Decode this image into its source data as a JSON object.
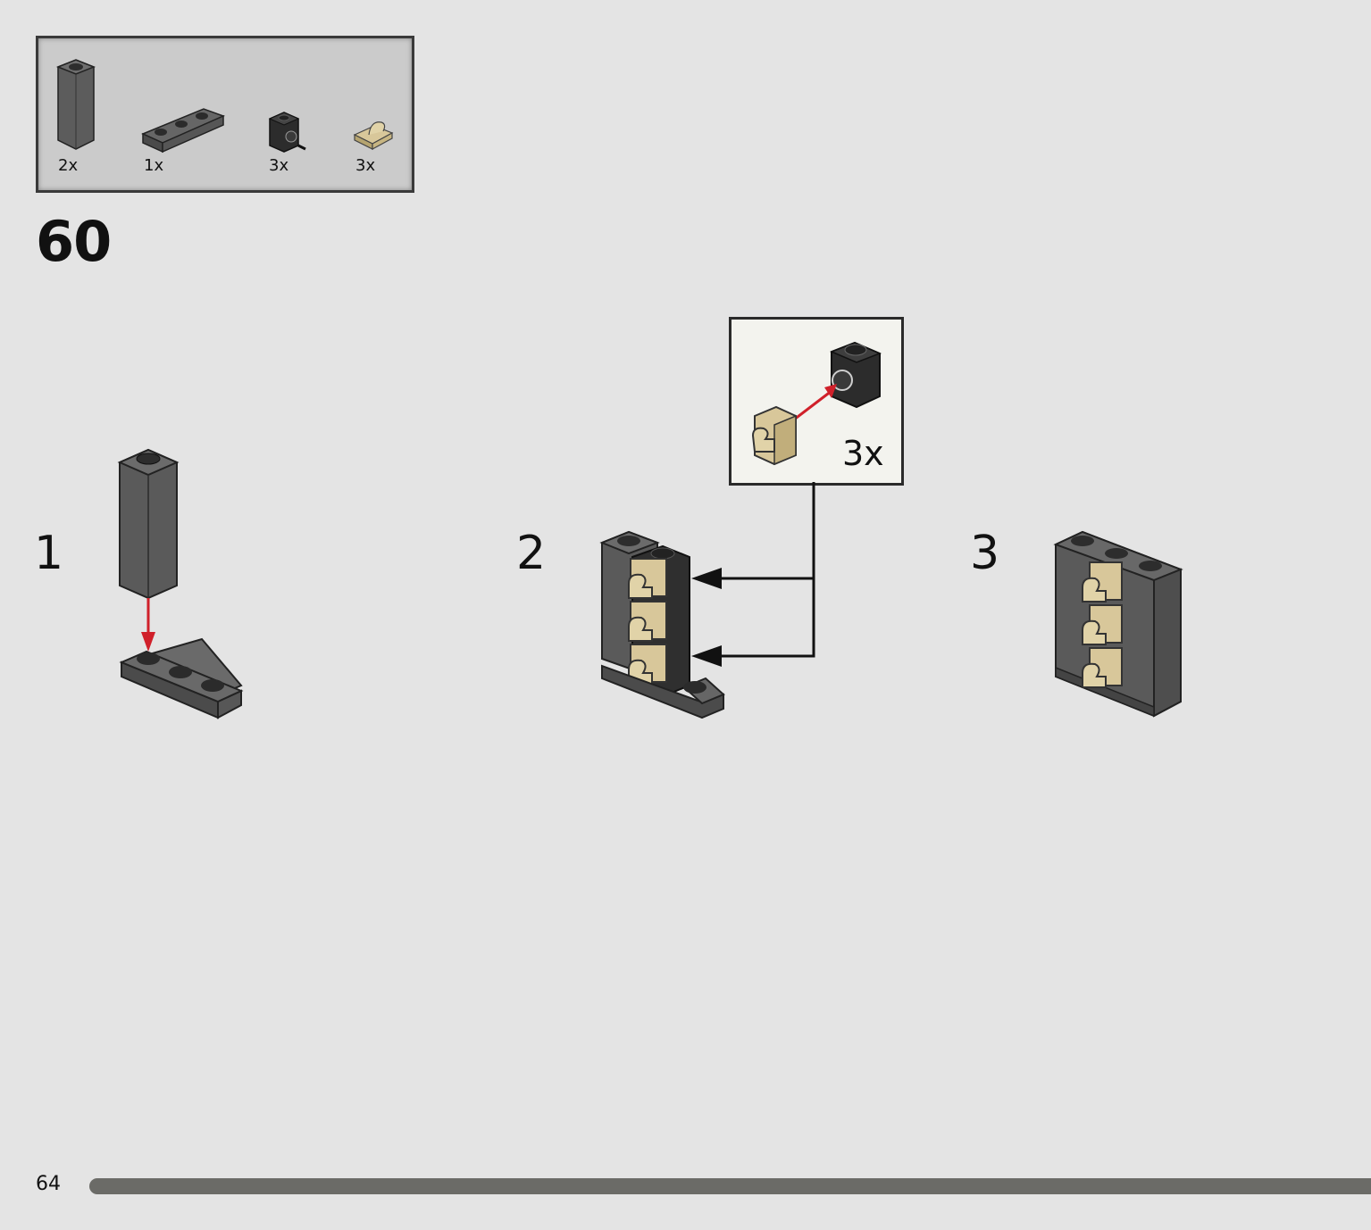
{
  "parts_list": {
    "items": [
      {
        "name": "brick-1x1x3-dark-grey",
        "qty": "2x"
      },
      {
        "name": "plate-1x3-dark-grey",
        "qty": "1x"
      },
      {
        "name": "brick-1x1-with-stud-on-side-black",
        "qty": "3x"
      },
      {
        "name": "plate-1x1-with-clip-tan",
        "qty": "3x"
      }
    ]
  },
  "step": {
    "number": "60"
  },
  "substeps": [
    "1",
    "2",
    "3"
  ],
  "callout": {
    "qty": "3x"
  },
  "footer": {
    "page_number": "64",
    "progress": 1.0
  },
  "colors": {
    "background": "#e4e4e4",
    "dark_grey": "#5a5a5a",
    "tan": "#d8c79a",
    "arrow_red": "#d0202a",
    "progress": "#6b6b67"
  }
}
